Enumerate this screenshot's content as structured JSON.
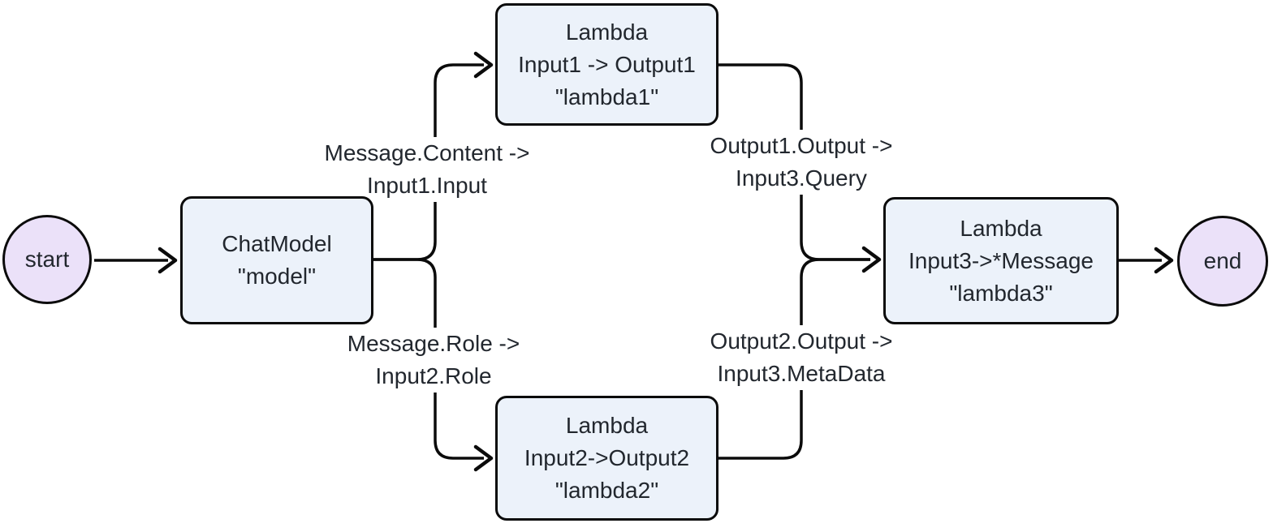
{
  "diagram": {
    "type": "flowchart",
    "direction": "left-to-right",
    "colors": {
      "terminal_fill": "#ebe1f9",
      "process_fill": "#ecf2fa",
      "stroke": "#0b0b0b",
      "text": "#22272e",
      "background": "#ffffff"
    },
    "nodes": {
      "start": {
        "shape": "circle",
        "label": "start"
      },
      "chatmodel": {
        "shape": "rounded-rect",
        "lines": [
          "ChatModel",
          "\"model\""
        ]
      },
      "lambda1": {
        "shape": "rounded-rect",
        "lines": [
          "Lambda",
          "Input1 -> Output1",
          "\"lambda1\""
        ]
      },
      "lambda2": {
        "shape": "rounded-rect",
        "lines": [
          "Lambda",
          "Input2->Output2",
          "\"lambda2\""
        ]
      },
      "lambda3": {
        "shape": "rounded-rect",
        "lines": [
          "Lambda",
          "Input3->*Message",
          "\"lambda3\""
        ]
      },
      "end": {
        "shape": "circle",
        "label": "end"
      }
    },
    "edges": [
      {
        "from": "start",
        "to": "chatmodel",
        "label_lines": []
      },
      {
        "from": "chatmodel",
        "to": "lambda1",
        "label_lines": [
          "Message.Content ->",
          "Input1.Input"
        ]
      },
      {
        "from": "chatmodel",
        "to": "lambda2",
        "label_lines": [
          "Message.Role ->",
          "Input2.Role"
        ]
      },
      {
        "from": "lambda1",
        "to": "lambda3",
        "label_lines": [
          "Output1.Output ->",
          "Input3.Query"
        ]
      },
      {
        "from": "lambda2",
        "to": "lambda3",
        "label_lines": [
          "Output2.Output ->",
          "Input3.MetaData"
        ]
      },
      {
        "from": "lambda3",
        "to": "end",
        "label_lines": []
      }
    ]
  }
}
